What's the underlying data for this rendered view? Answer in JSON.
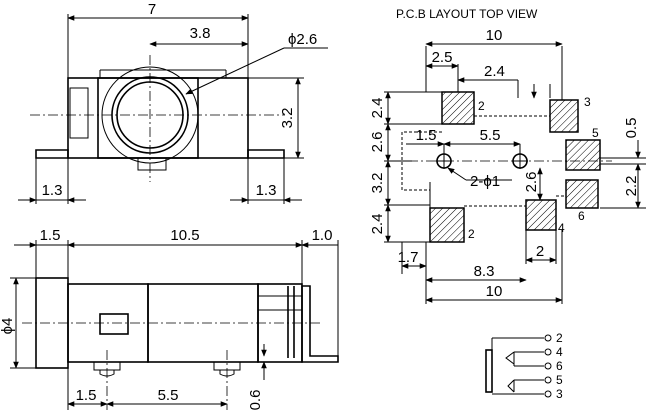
{
  "top_view": {
    "width": "7",
    "offset": "3.8",
    "diameter": "ϕ2.6",
    "height": "3.2",
    "left_tab": "1.3",
    "right_tab": "1.3"
  },
  "side_view": {
    "front": "1.5",
    "body": "10.5",
    "rear": "1.0",
    "diameter": "ϕ4",
    "peg_pos": "1.5",
    "peg_pitch": "5.5",
    "thickness": "0.6"
  },
  "pcb": {
    "title": "P.C.B LAYOUT  TOP VIEW",
    "top_width": "10",
    "d_2_5": "2.5",
    "d_2_4_top": "2.4",
    "v_2_4_top": "2.4",
    "d_1_5": "1.5",
    "d_5_5": "5.5",
    "v_2_6": "2.6",
    "v_3_2": "3.2",
    "v_2_4_bot": "2.4",
    "hole": "2-ϕ1",
    "v_2_6_inner": "2.6",
    "v_0_5": "0.5",
    "v_2_2": "2.2",
    "d_1_7": "1.7",
    "d_2": "2",
    "d_8_3": "8.3",
    "bottom_width": "10",
    "pads": [
      "2",
      "3",
      "5",
      "6",
      "2",
      "4"
    ]
  },
  "schematic": {
    "pins": [
      "2",
      "4",
      "6",
      "5",
      "3"
    ]
  }
}
